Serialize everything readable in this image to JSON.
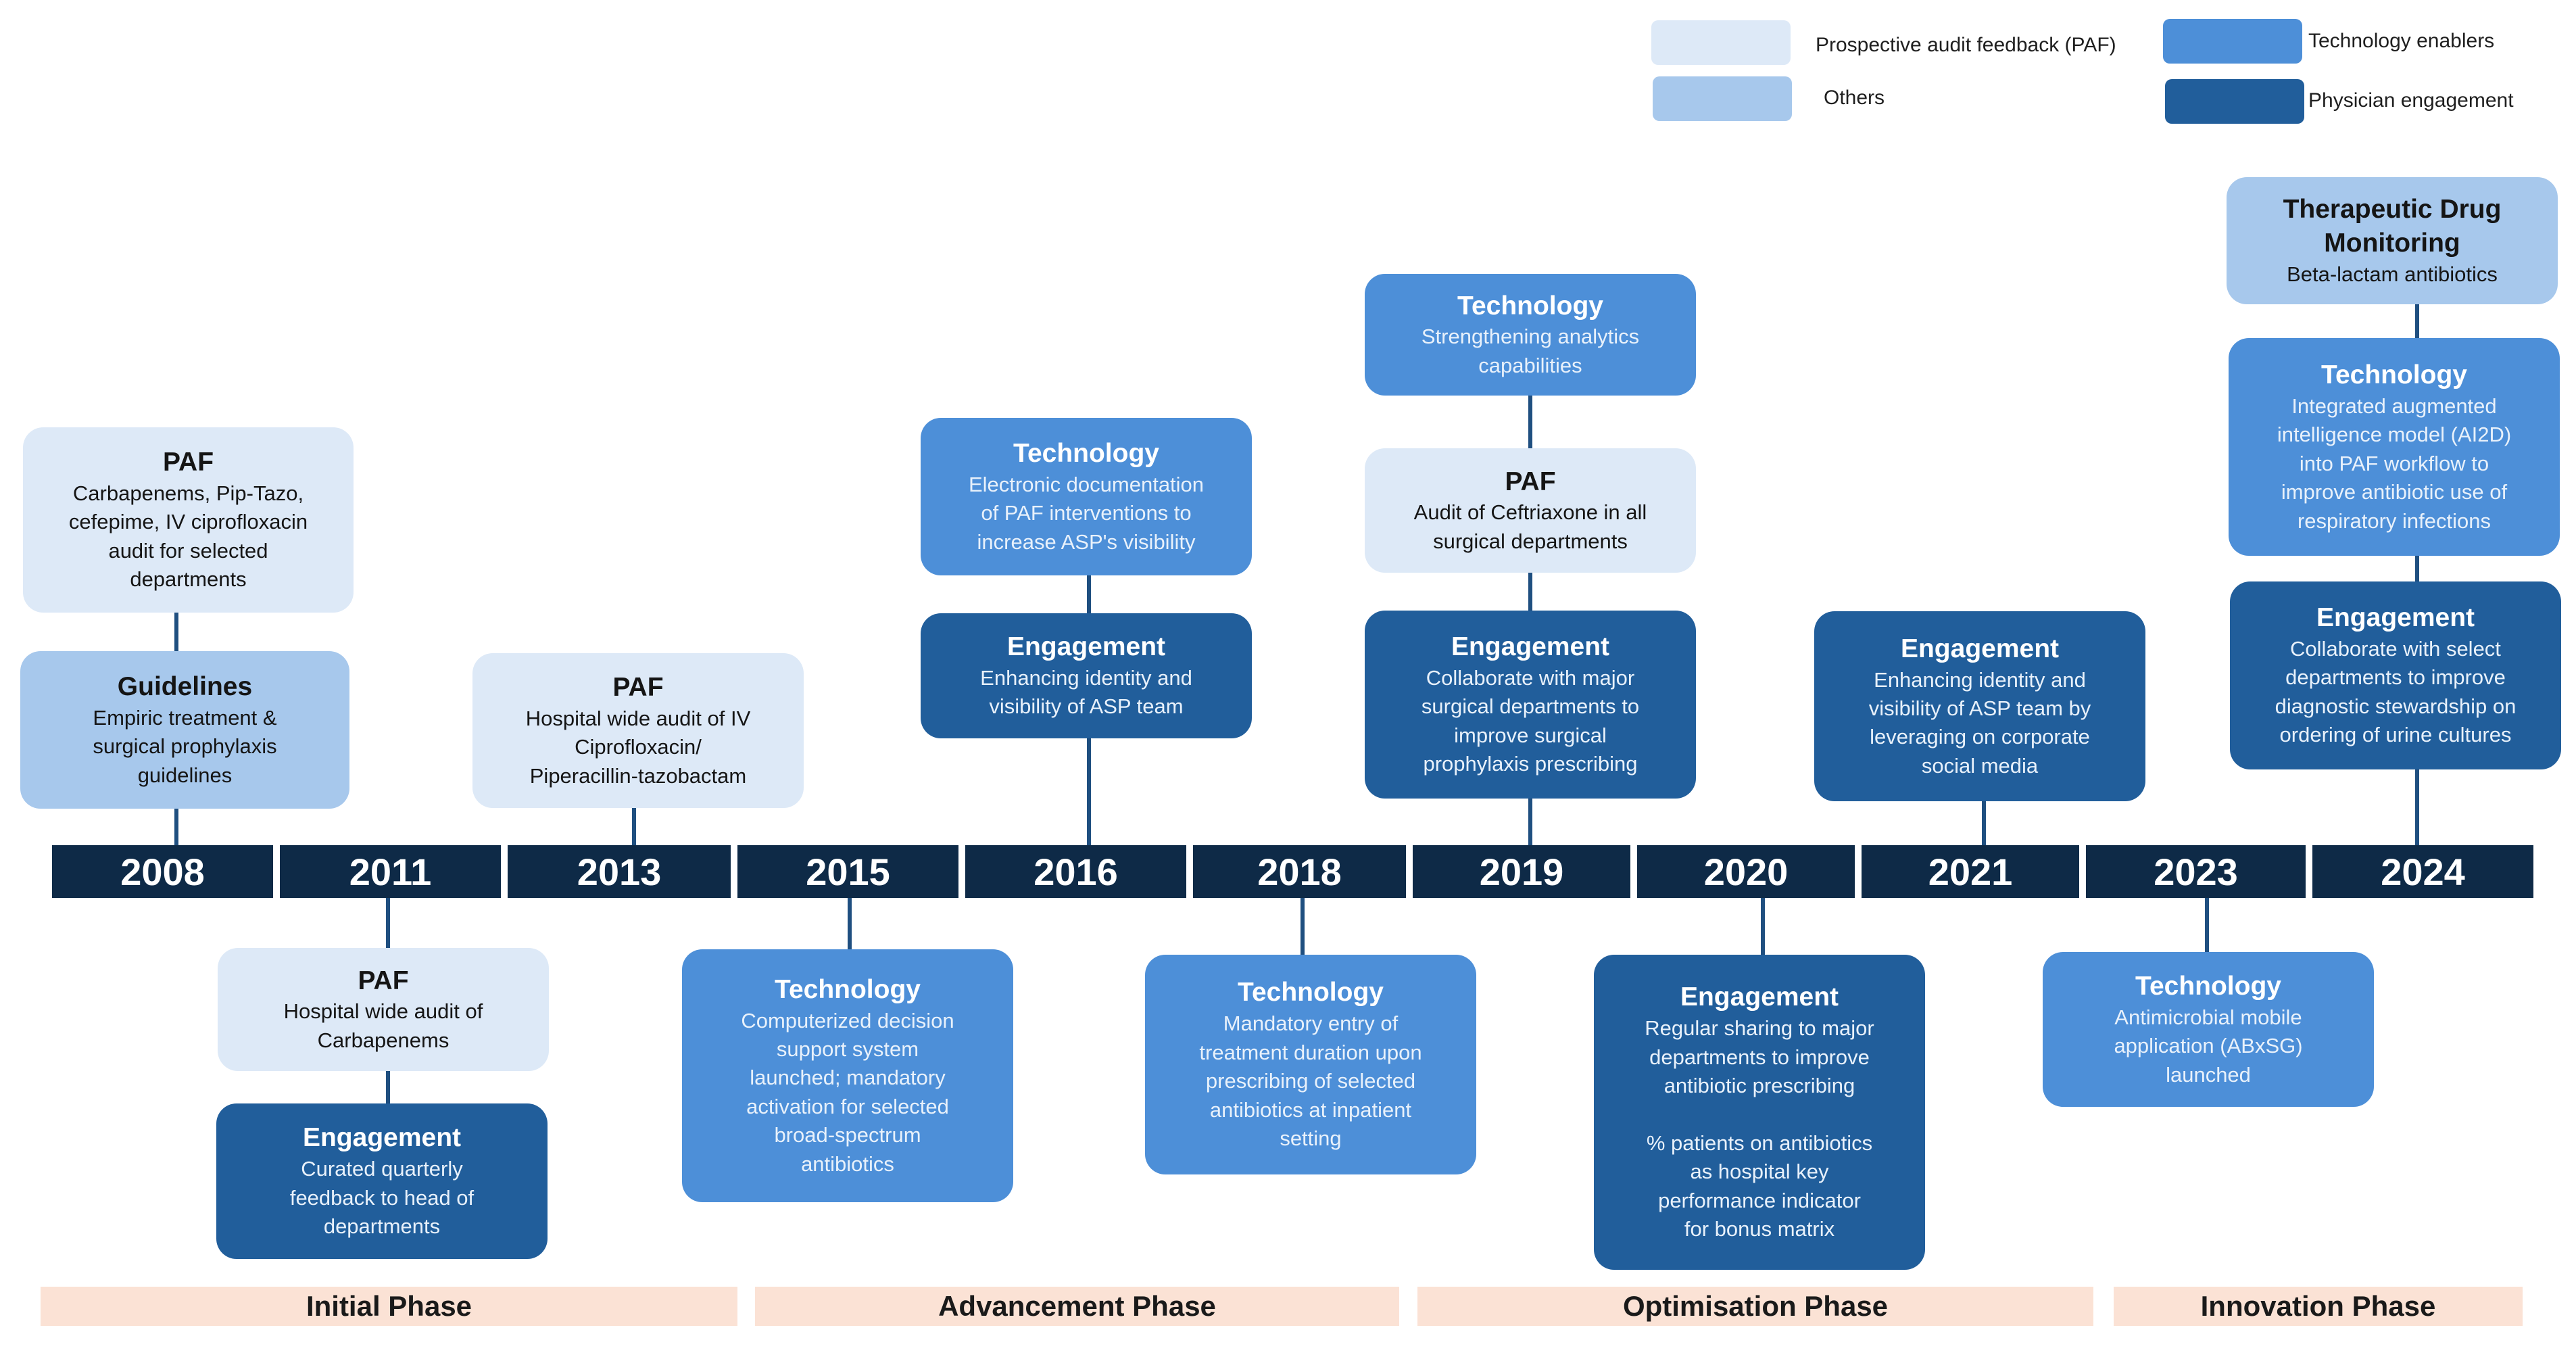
{
  "colors": {
    "paf": "#dde9f7",
    "others": "#a7c8ec",
    "technology": "#4d8fd8",
    "engagement": "#215e9b",
    "year_bar": "#0e2a47",
    "phase": "#fbe2d5"
  },
  "legend": {
    "paf": "Prospective audit feedback (PAF)",
    "others": "Others",
    "technology": "Technology enablers",
    "engagement": "Physician engagement"
  },
  "years": [
    "2008",
    "2011",
    "2013",
    "2015",
    "2016",
    "2018",
    "2019",
    "2020",
    "2021",
    "2023",
    "2024"
  ],
  "cards": {
    "c2008_paf": {
      "title": "PAF",
      "desc": "Carbapenems, Pip-Tazo,\ncefepime, IV ciprofloxacin\naudit for selected\ndepartments"
    },
    "c2008_guide": {
      "title": "Guidelines",
      "desc": "Empiric treatment &\nsurgical prophylaxis\nguidelines"
    },
    "c2011_paf": {
      "title": "PAF",
      "desc": "Hospital wide audit of\nCarbapenems"
    },
    "c2011_eng": {
      "title": "Engagement",
      "desc": "Curated quarterly\nfeedback to head of\ndepartments"
    },
    "c2013_paf": {
      "title": "PAF",
      "desc": "Hospital wide audit of IV\nCiprofloxacin/\nPiperacillin-tazobactam"
    },
    "c2015_tech": {
      "title": "Technology",
      "desc": "Computerized decision\nsupport system\nlaunched; mandatory\nactivation for selected\nbroad-spectrum\nantibiotics"
    },
    "c2016_tech": {
      "title": "Technology",
      "desc": "Electronic documentation\nof PAF interventions to\nincrease ASP's visibility"
    },
    "c2016_eng": {
      "title": "Engagement",
      "desc": "Enhancing identity and\nvisibility of ASP team"
    },
    "c2018_tech": {
      "title": "Technology",
      "desc": "Mandatory entry of\ntreatment duration upon\nprescribing of selected\nantibiotics at inpatient\nsetting"
    },
    "c2019_tech": {
      "title": "Technology",
      "desc": "Strengthening analytics\ncapabilities"
    },
    "c2019_paf": {
      "title": "PAF",
      "desc": "Audit of Ceftriaxone in all\nsurgical departments"
    },
    "c2019_eng": {
      "title": "Engagement",
      "desc": "Collaborate with major\nsurgical departments to\nimprove surgical\nprophylaxis prescribing"
    },
    "c2020_eng": {
      "title": "Engagement",
      "desc": "Regular sharing to major\ndepartments to improve\nantibiotic prescribing\n\n% patients on antibiotics\nas hospital key\nperformance indicator\nfor bonus matrix"
    },
    "c2021_eng": {
      "title": "Engagement",
      "desc": "Enhancing identity and\nvisibility of ASP team by\nleveraging on corporate\nsocial media"
    },
    "c2023_tech": {
      "title": "Technology",
      "desc": "Antimicrobial mobile\napplication (ABxSG)\nlaunched"
    },
    "c2024_tdm": {
      "title": "Therapeutic Drug\nMonitoring",
      "desc": "Beta-lactam antibiotics"
    },
    "c2024_tech": {
      "title": "Technology",
      "desc": "Integrated augmented\nintelligence model (AI2D)\ninto PAF workflow to\nimprove antibiotic use of\nrespiratory infections"
    },
    "c2024_eng": {
      "title": "Engagement",
      "desc": "Collaborate with select\ndepartments to improve\ndiagnostic stewardship on\nordering of urine cultures"
    }
  },
  "phases": [
    "Initial Phase",
    "Advancement Phase",
    "Optimisation Phase",
    "Innovation Phase"
  ]
}
